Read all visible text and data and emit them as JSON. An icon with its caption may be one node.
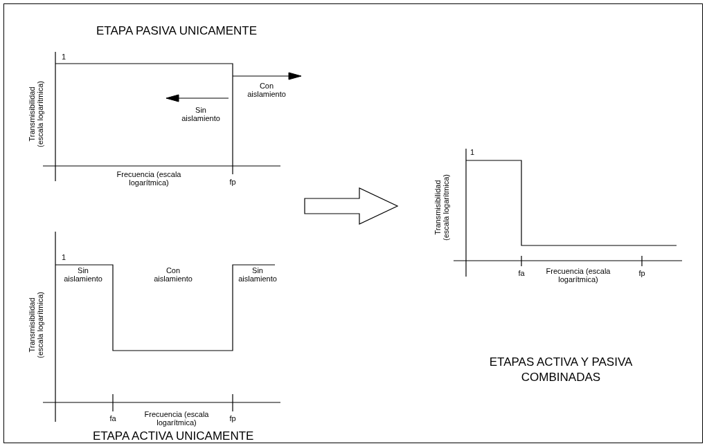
{
  "diagram": {
    "nodes": [
      {
        "text": [
          "ETAPA PASIVA UNICAMENTE"
        ]
      },
      {
        "text": [
          "ETAPA ACTIVA UNICAMENTE"
        ]
      },
      {
        "text": [
          "ETAPAS ACTIVA Y PASIVA COMBINADAS"
        ]
      }
    ],
    "edges": [
      {
        "from": 0,
        "to": 2,
        "arrow": "to"
      },
      {
        "from": 1,
        "to": 2,
        "arrow": "to"
      }
    ],
    "labels": [
      "1",
      "Transmisibilidad (escala logarítmica)",
      "Con aislamiento",
      "Sin aislamiento",
      "Frecuencia (escala logarítmica)",
      "fp",
      "1",
      "Transmisibilidad (escala logarítmica)",
      "fa",
      "Frecuencia (escala logarítmica)",
      "fp",
      "1",
      "Transmisibilidad (escala logarítmica)",
      "Sin aislamiento",
      "Con aislamiento",
      "Sin aislamiento",
      "fa",
      "Frecuencia (escala logarítmica)",
      "fp"
    ]
  }
}
